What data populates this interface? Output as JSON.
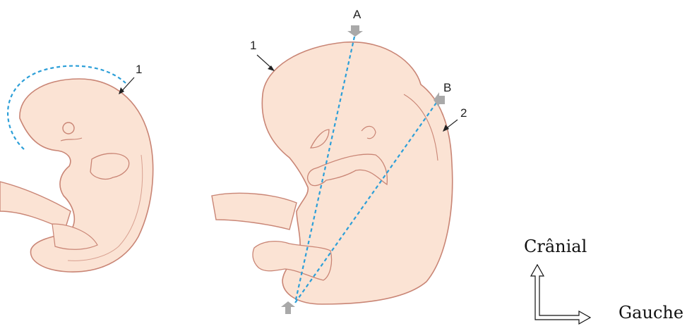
{
  "figure": {
    "colors": {
      "skin": "#fbe3d4",
      "outline": "#c98575",
      "dash": "#2c9fd8",
      "marker": "#a9a9a9",
      "text": "#222222"
    },
    "labels": {
      "left_embryo_1": "1",
      "right_embryo_1": "1",
      "right_embryo_2": "2",
      "point_a": "A",
      "point_b": "B"
    },
    "orientation": {
      "vertical": "Crânial",
      "horizontal": "Gauche"
    }
  }
}
